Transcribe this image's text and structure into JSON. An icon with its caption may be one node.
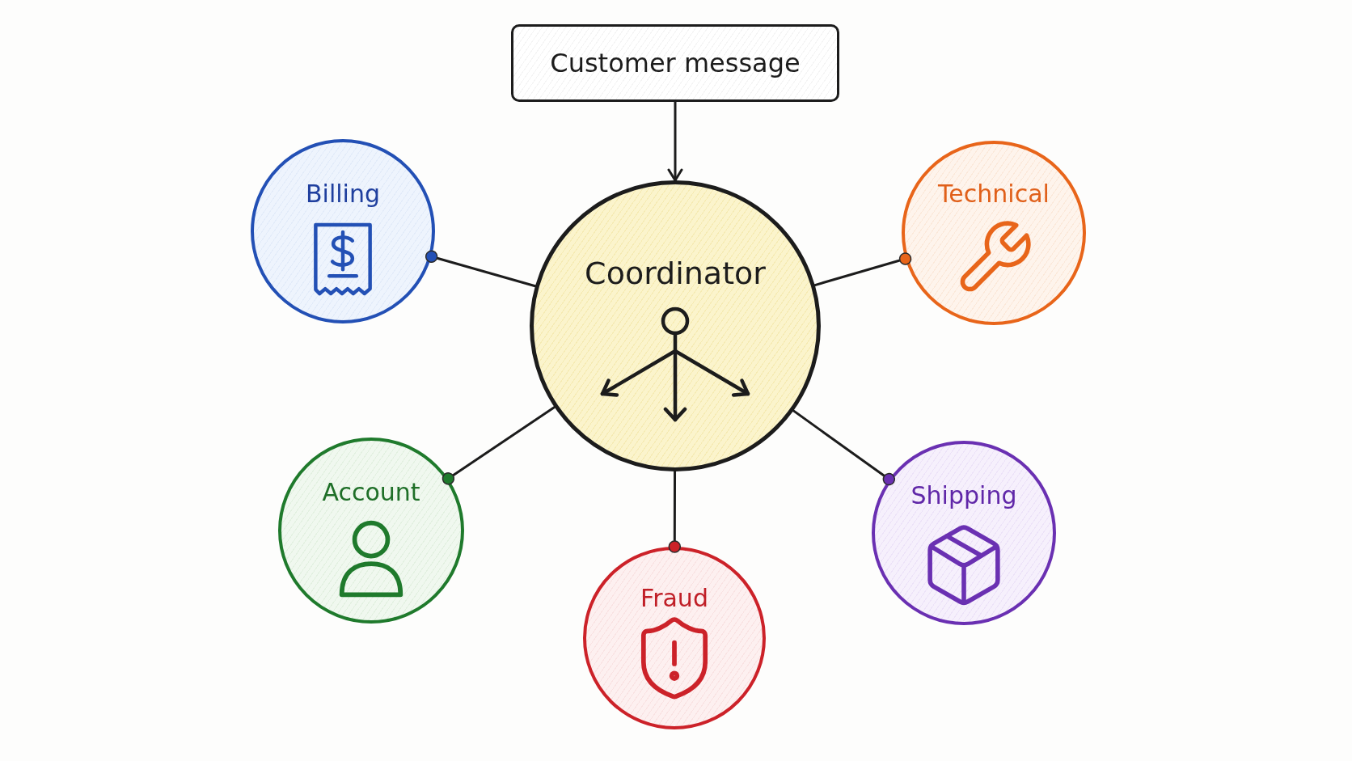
{
  "diagram": {
    "nodes": [
      {
        "text": [
          "Customer message"
        ]
      },
      {
        "text": [
          "Billing"
        ]
      },
      {
        "text": [
          "Coordinator"
        ]
      },
      {
        "text": [
          "Technical"
        ]
      },
      {
        "text": [
          "Account"
        ]
      },
      {
        "text": [
          "Fraud"
        ]
      },
      {
        "text": [
          "Shipping"
        ]
      }
    ],
    "edges": [
      {
        "from": 0,
        "to": 2,
        "arrow": "to"
      },
      {
        "from": 2,
        "to": 1,
        "arrow": "other"
      },
      {
        "from": 2,
        "to": 3,
        "arrow": "other"
      },
      {
        "from": 2,
        "to": 4,
        "arrow": "other"
      },
      {
        "from": 2,
        "to": 5,
        "arrow": "other"
      },
      {
        "from": 2,
        "to": 6,
        "arrow": "other"
      }
    ]
  }
}
